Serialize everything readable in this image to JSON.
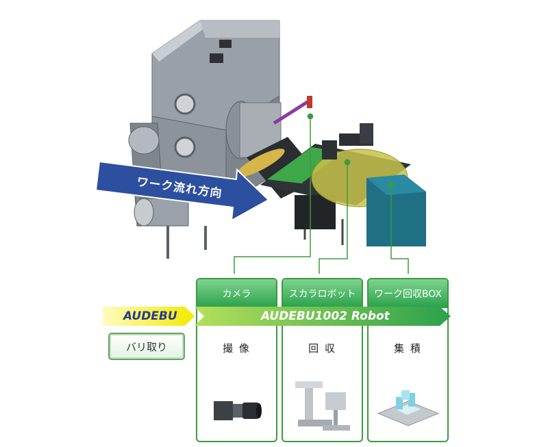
{
  "flow_label": "ワーク流れ方向",
  "bar": {
    "left_label": "AUDEBU",
    "right_label": "AUDEBU1002 Robot"
  },
  "deburr_label": "バリ取り",
  "stations": [
    {
      "title": "カメラ",
      "action": "撮 像",
      "icon": "camera-icon"
    },
    {
      "title": "スカラロボット",
      "action": "回 収",
      "icon": "scara-robot-icon"
    },
    {
      "title": "ワーク回収BOX",
      "action": "集 積",
      "icon": "collection-box-icon"
    }
  ],
  "colors": {
    "station_border": "#3c9a3c",
    "station_header": "#29a04a",
    "flow_arrow": "#2d4fa0",
    "connector": "#3c9a3c",
    "yellow_bar": "#f2ea00"
  }
}
